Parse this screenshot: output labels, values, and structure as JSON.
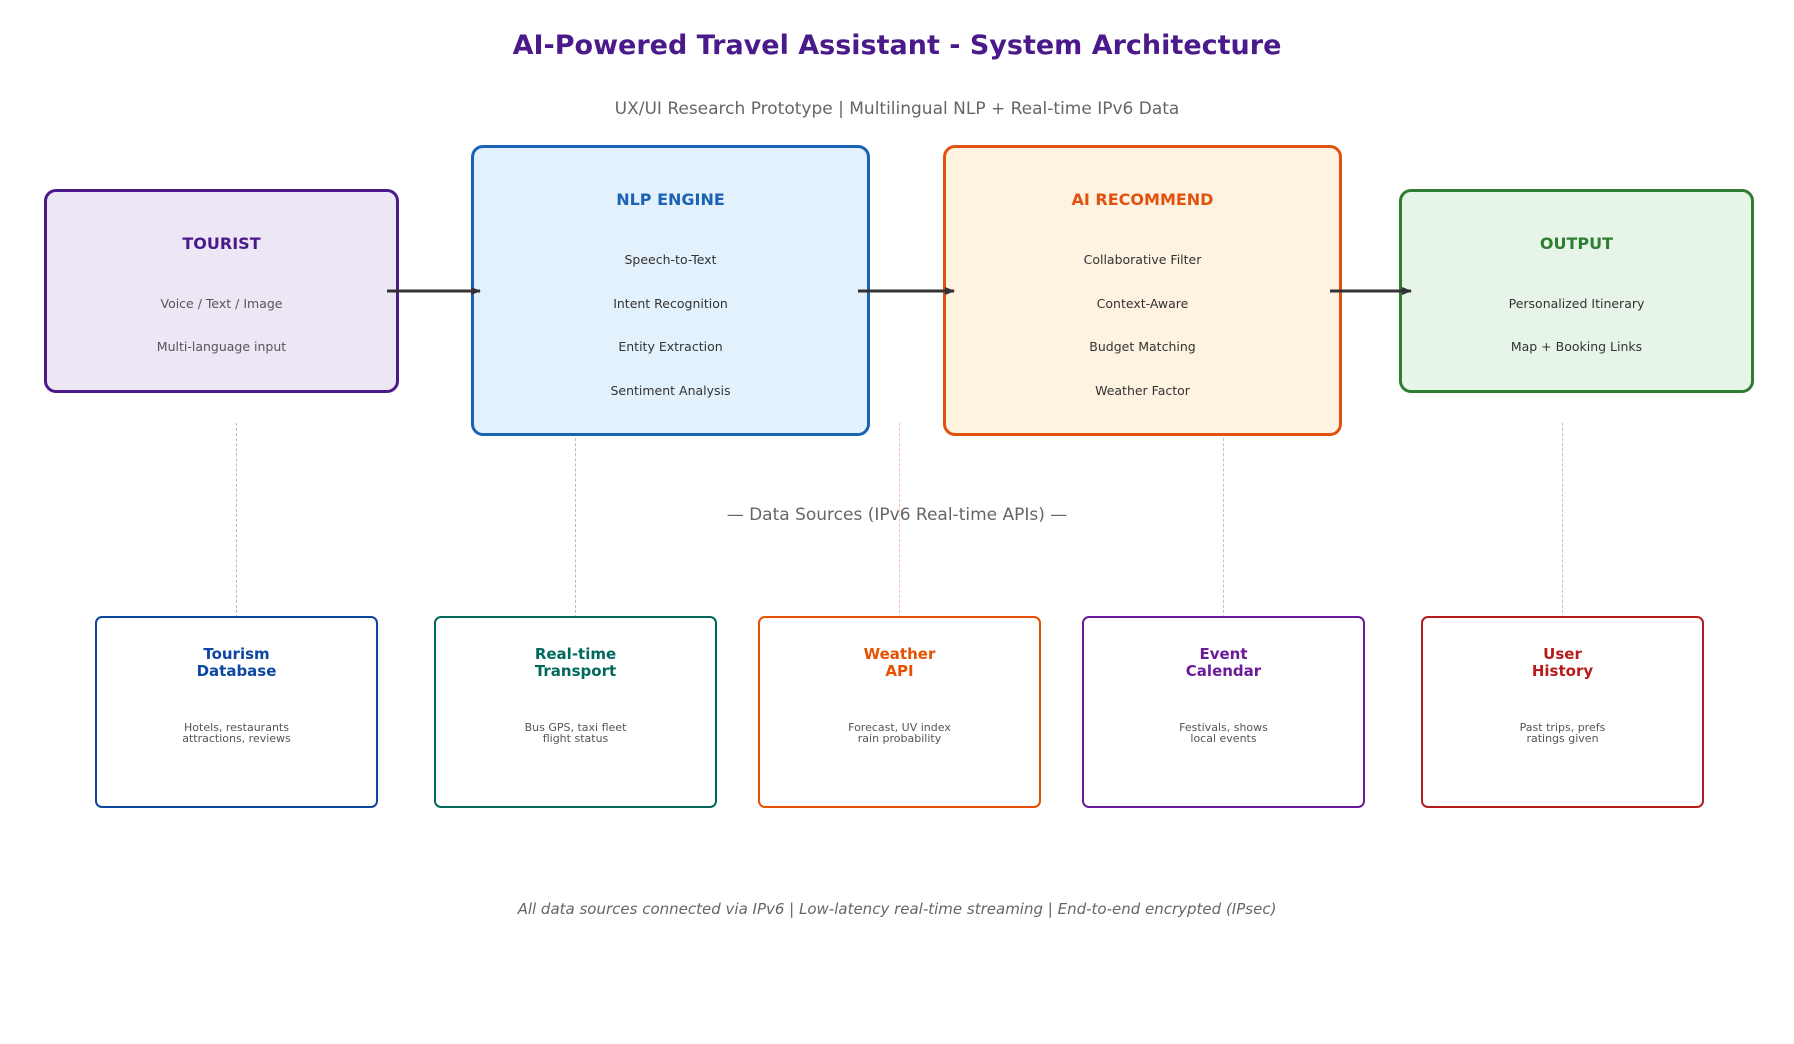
{
  "title": "AI-Powered Travel Assistant - System Architecture",
  "subtitle": "UX/UI Research Prototype | Multilingual NLP + Real-time IPv6 Data",
  "stages": [
    {
      "title": "TOURIST",
      "items": [
        "Voice / Text / Image",
        "Multi-language input"
      ],
      "color": "#4a1a8a",
      "bg": "#ede6f5"
    },
    {
      "title": "NLP ENGINE",
      "items": [
        "Speech-to-Text",
        "Intent Recognition",
        "Entity Extraction",
        "Sentiment Analysis"
      ],
      "color": "#1a63b4",
      "bg": "#e3f1fc"
    },
    {
      "title": "AI RECOMMEND",
      "items": [
        "Collaborative Filter",
        "Context-Aware",
        "Budget Matching",
        "Weather Factor"
      ],
      "color": "#e0520e",
      "bg": "#fef2e1"
    },
    {
      "title": "OUTPUT",
      "items": [
        "Personalized Itinerary",
        "Map + Booking Links"
      ],
      "color": "#2e7d32",
      "bg": "#e7f5e8"
    }
  ],
  "section_label": "— Data Sources (IPv6 Real-time APIs) —",
  "sources": [
    {
      "title_1": "Tourism",
      "title_2": "Database",
      "desc_1": "Hotels, restaurants",
      "desc_2": "attractions, reviews",
      "color": "#0d47a1"
    },
    {
      "title_1": "Real-time",
      "title_2": "Transport",
      "desc_1": "Bus GPS, taxi fleet",
      "desc_2": "flight status",
      "color": "#00695c"
    },
    {
      "title_1": "Weather",
      "title_2": "API",
      "desc_1": "Forecast, UV index",
      "desc_2": "rain probability",
      "color": "#e65100"
    },
    {
      "title_1": "Event",
      "title_2": "Calendar",
      "desc_1": "Festivals, shows",
      "desc_2": "local events",
      "color": "#6a1b9a"
    },
    {
      "title_1": "User",
      "title_2": "History",
      "desc_1": "Past trips, prefs",
      "desc_2": "ratings given",
      "color": "#b71c1c"
    }
  ],
  "footer": "All data sources connected via IPv6 | Low-latency real-time streaming | End-to-end encrypted (IPsec)"
}
